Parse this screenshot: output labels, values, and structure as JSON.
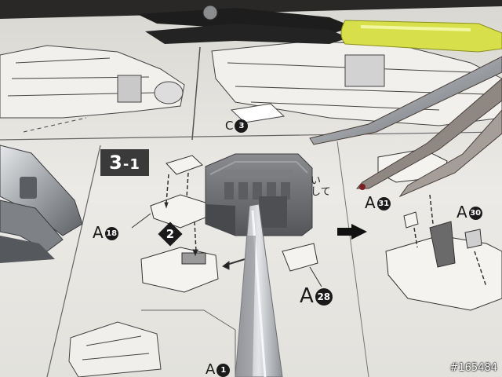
{
  "photo": {
    "description_free": true,
    "colors": {
      "paper": "#e9e8e4",
      "background": "#2a2826",
      "part_gray": "#6f7073",
      "nipper_handle": "#d7e04a",
      "metal": "#b9bcc0"
    }
  },
  "manual": {
    "step_main": "3",
    "step_sub": "-1",
    "part_c": "C",
    "part_c_num": "3",
    "part_a18": "A",
    "part_a18_num": "18",
    "part_a28": "A",
    "part_a28_num": "28",
    "part_a31": "A",
    "part_a31_num": "31",
    "part_a30": "A",
    "part_a30_num": "30",
    "part_a_bottom": "A",
    "part_a_bottom_num": "1",
    "diamond_num": "2",
    "jp_line1": "い",
    "jp_line2": "して"
  },
  "watermark": "#165484"
}
